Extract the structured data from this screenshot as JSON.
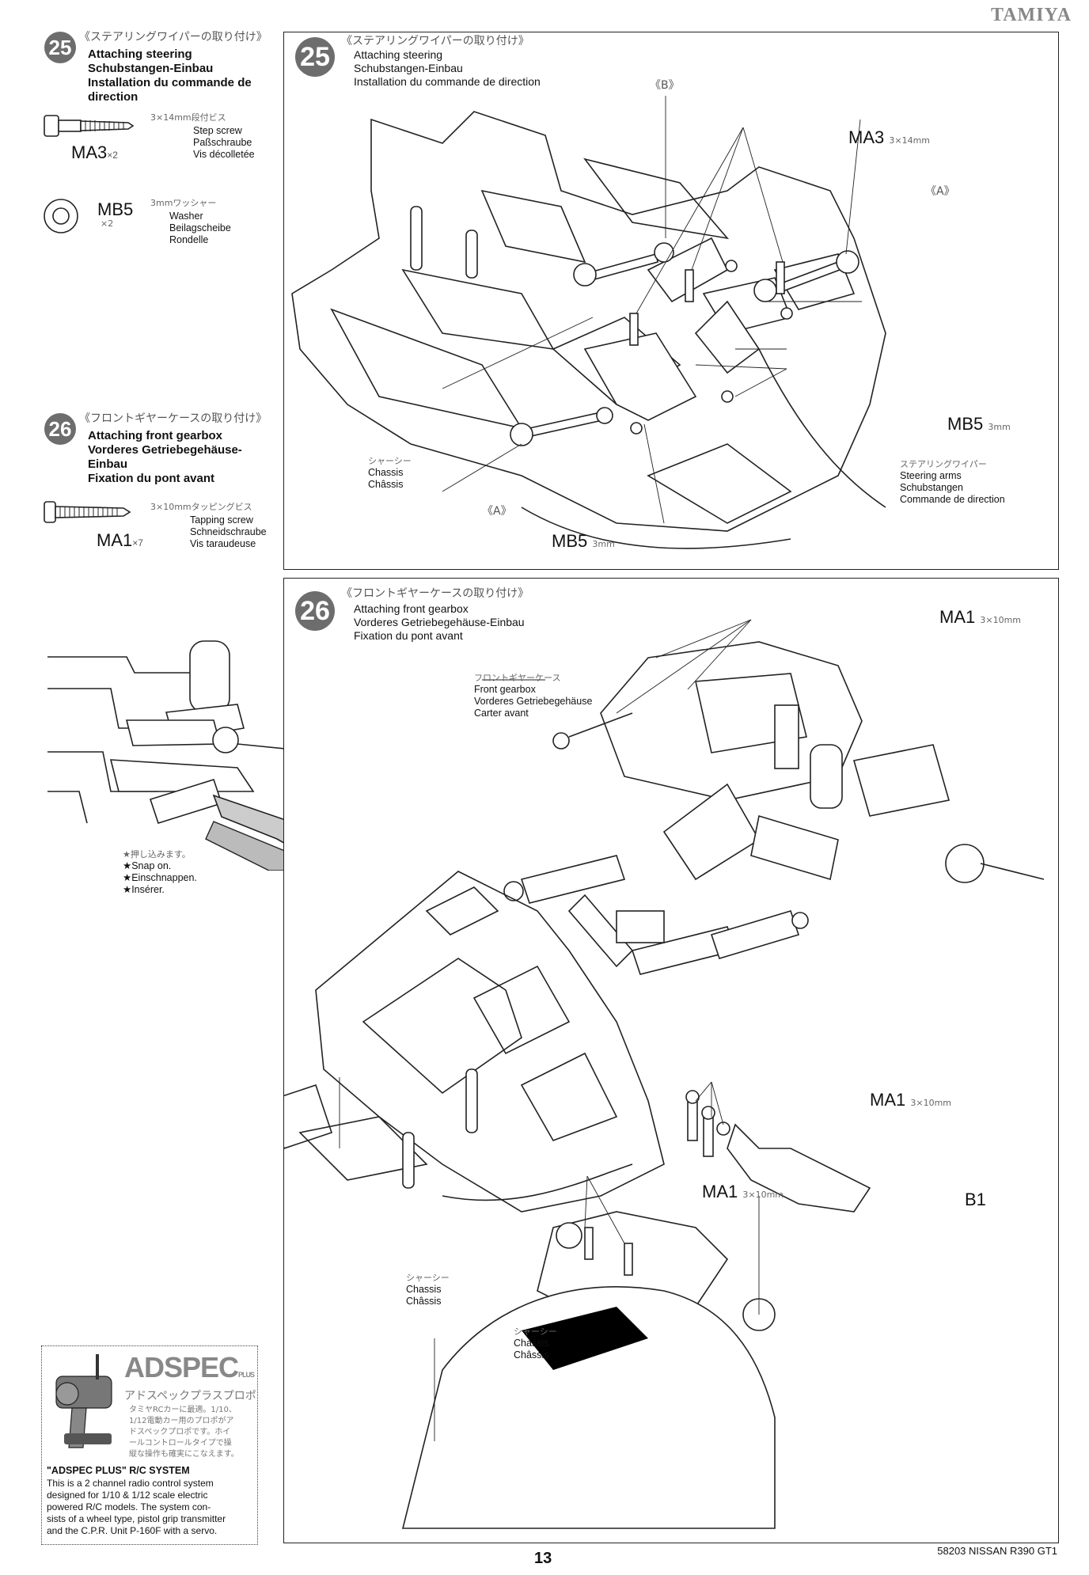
{
  "brand": "TAMIYA",
  "page_number": "13",
  "footer_code": "58203 NISSAN R390 GT1",
  "left": {
    "step25": {
      "num": "25",
      "jp": "《ステアリングワイパーの取り付け》",
      "lines": [
        "Attaching steering",
        "Schubstangen-Einbau",
        "Installation du commande de",
        "direction"
      ],
      "parts": [
        {
          "code": "MA3",
          "qty": "×2",
          "jp": "3×14mm段付ビス",
          "en": "Step screw",
          "de": "Paßschraube",
          "fr": "Vis décolletée"
        },
        {
          "code": "MB5",
          "qty": "×2",
          "jp": "3mmワッシャー",
          "en": "Washer",
          "de": "Beilagscheibe",
          "fr": "Rondelle"
        }
      ]
    },
    "step26": {
      "num": "26",
      "jp": "《フロントギヤーケースの取り付け》",
      "lines": [
        "Attaching front gearbox",
        "Vorderes Getriebegehäuse-",
        "Einbau",
        "Fixation du pont avant"
      ],
      "parts": [
        {
          "code": "MA1",
          "qty": "×7",
          "jp": "3×10mmタッピングビス",
          "en": "Tapping screw",
          "de": "Schneidschraube",
          "fr": "Vis taraudeuse"
        }
      ]
    },
    "snap": {
      "jp": "★押し込みます。",
      "en": "★Snap on.",
      "de": "★Einschnappen.",
      "fr": "★Insérer."
    }
  },
  "panel25": {
    "num": "25",
    "jp": "《ステアリングワイパーの取り付け》",
    "lines": [
      "Attaching steering",
      "Schubstangen-Einbau",
      "Installation du commande de direction"
    ],
    "label_b": "《B》",
    "label_a_right": "《A》",
    "label_a_left": "《A》",
    "ma3": "MA3",
    "ma3_size": "3×14mm",
    "mb5_right": "MB5",
    "mb5_right_size": "3mm",
    "mb5_bottom": "MB5",
    "mb5_bottom_size": "3mm",
    "chassis": {
      "jp": "シャーシー",
      "en": "Chassis",
      "fr": "Châssis"
    },
    "steering": {
      "jp": "ステアリングワイパー",
      "en": "Steering arms",
      "de": "Schubstangen",
      "fr": "Commande de direction"
    }
  },
  "panel26": {
    "num": "26",
    "jp": "《フロントギヤーケースの取り付け》",
    "lines": [
      "Attaching front gearbox",
      "Vorderes Getriebegehäuse-Einbau",
      "Fixation du pont avant"
    ],
    "ma1_top": "MA1",
    "ma1_top_size": "3×10mm",
    "gearbox": {
      "jp": "フロントギヤーケース",
      "en": "Front gearbox",
      "de": "Vorderes Getriebegehäuse",
      "fr": "Carter avant"
    },
    "chassis1": {
      "jp": "シャーシー",
      "en": "Chassis",
      "fr": "Châssis"
    },
    "chassis2": {
      "jp": "シャーシー",
      "en": "Chassis",
      "fr": "Châssis"
    },
    "ma1_mid": "MA1",
    "ma1_mid_size": "3×10mm",
    "ma1_left": "MA1",
    "ma1_left_size": "3×10mm",
    "b1": "B1"
  },
  "adspec": {
    "logo": "ADSPEC",
    "logo_plus": "PLUS",
    "jp_title": "アドスペックプラスプロポ",
    "jp_text": [
      "タミヤRCカーに最適。1/10、",
      "1/12電動カー用のプロポがア",
      "ドスペックプロポです。ホイ",
      "ールコントロールタイプで操",
      "縦な操作も確実にこなえます。"
    ],
    "title": "\"ADSPEC PLUS\" R/C SYSTEM",
    "body": [
      "This is a 2 channel radio control system",
      "designed for 1/10 & 1/12 scale electric",
      "powered R/C models. The system con-",
      "sists of a wheel type, pistol grip transmitter",
      "and the C.P.R. Unit P-160F with a servo."
    ]
  }
}
